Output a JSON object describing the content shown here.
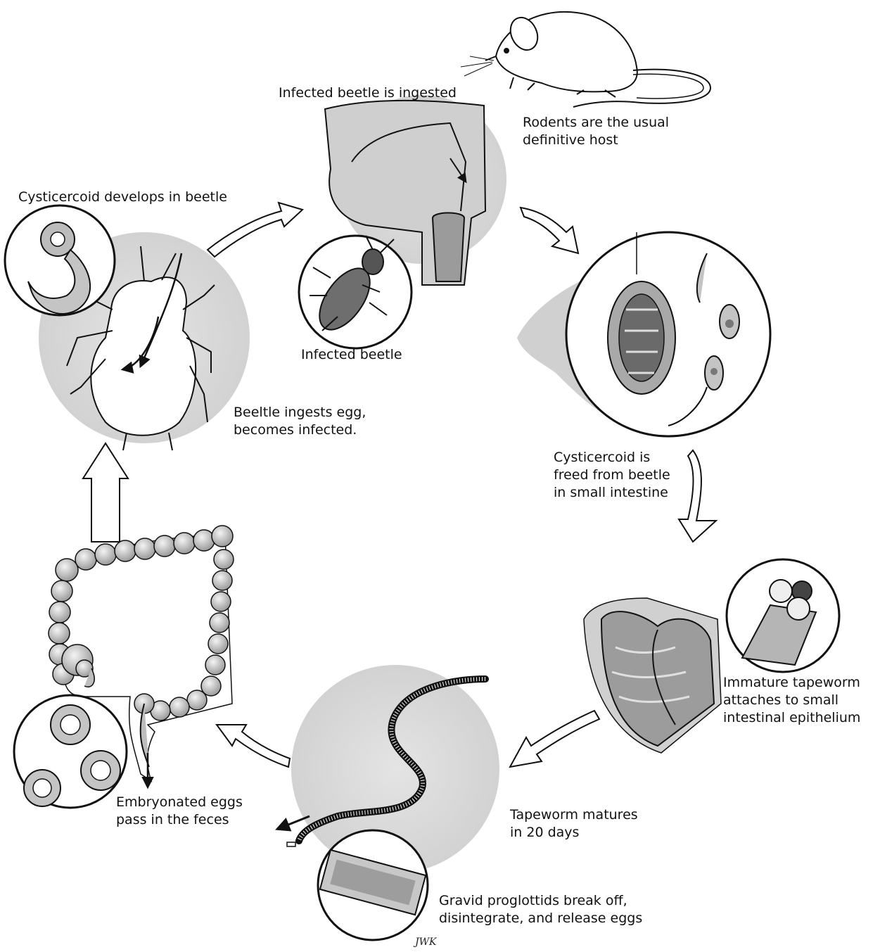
{
  "diagram": {
    "labels": {
      "infected_beetle_ingested": "Infected beetle is ingested",
      "rodents_line1": "Rodents are the usual",
      "rodents_line2": "definitive host",
      "cysticercoid_develops": "Cysticercoid develops in beetle",
      "infected_beetle": "Infected beetle",
      "beetle_ingests_line1": "Beeltle ingests egg,",
      "beetle_ingests_line2": "becomes infected.",
      "freed_line1": "Cysticercoid is",
      "freed_line2": "freed from beetle",
      "freed_line3": "in small intestine",
      "immature_line1": "Immature tapeworm",
      "immature_line2": "attaches to small",
      "immature_line3": "intestinal epithelium",
      "eggs_line1": "Embryonated eggs",
      "eggs_line2": "pass in the feces",
      "matures_line1": "Tapeworm matures",
      "matures_line2": "in 20 days",
      "gravid_line1": "Gravid proglottids break off,",
      "gravid_line2": "disintegrate, and release eggs",
      "signature": "JWK"
    },
    "colors": {
      "ink": "#111111",
      "shade": "#d9d9d9",
      "tissue": "#bdbdbd"
    }
  }
}
